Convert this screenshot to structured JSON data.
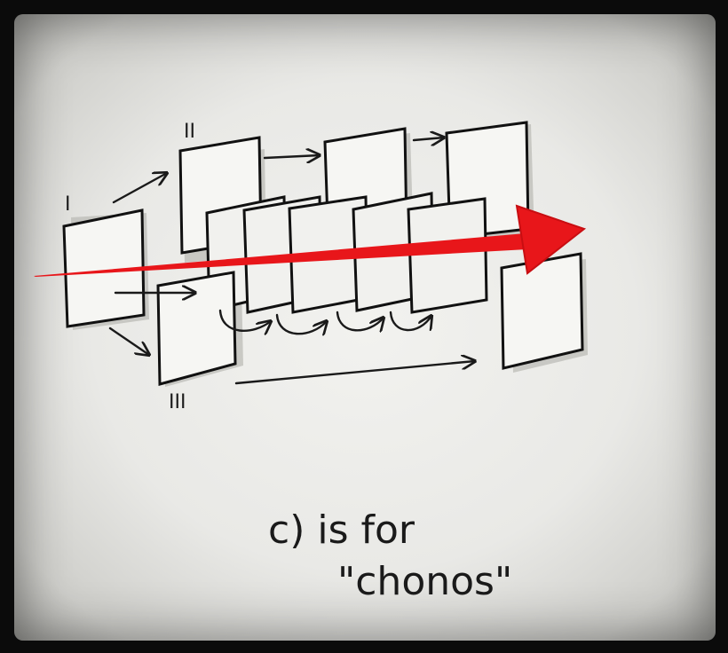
{
  "labels": {
    "group_1": "I",
    "group_2": "II",
    "group_3": "III"
  },
  "caption": {
    "line1": "c) is for",
    "line2": "\"chonos\""
  },
  "colors": {
    "ink": "#1a1a1a",
    "arrow_red": "#e8161a",
    "paper": "#efefec"
  }
}
